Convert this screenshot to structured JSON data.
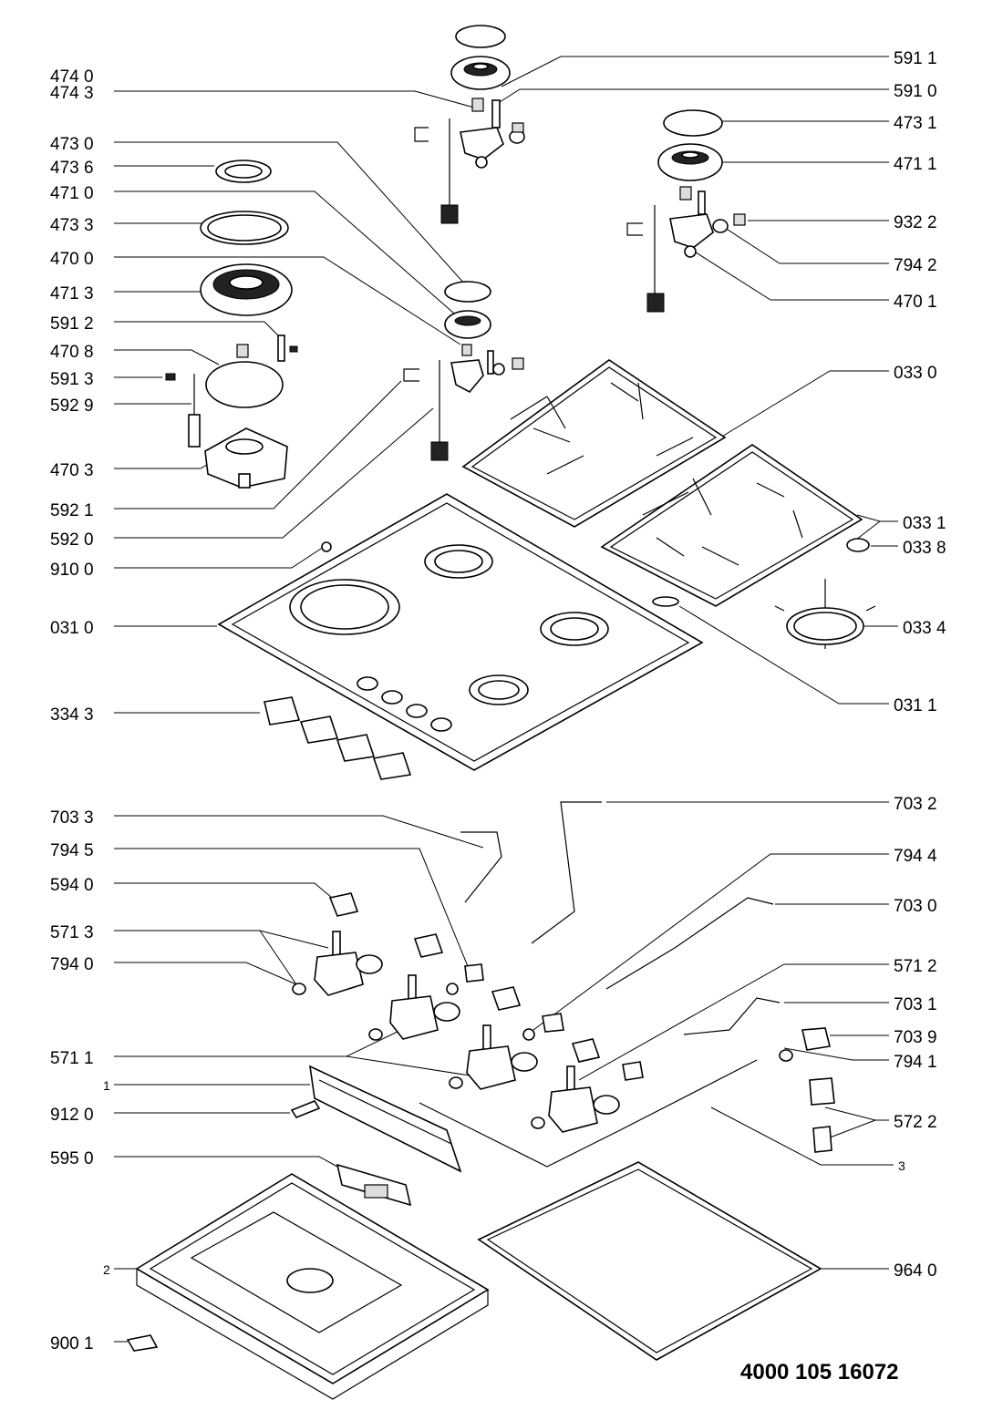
{
  "drawing_number": "4000 105 16072",
  "callouts": {
    "l01": "474 0",
    "l02": "474 3",
    "l03": "473 0",
    "l04": "473 6",
    "l05": "471 0",
    "l06": "473 3",
    "l07": "470 0",
    "l08": "471 3",
    "l09": "591 2",
    "l10": "470 8",
    "l11": "591 3",
    "l12": "592 9",
    "l13": "470 3",
    "l14": "592 1",
    "l15": "592 0",
    "l16": "910 0",
    "l17": "031 0",
    "l18": "334 3",
    "l19": "703 3",
    "l20": "794 5",
    "l21": "594 0",
    "l22": "571 3",
    "l23": "794 0",
    "l24": "571 1",
    "l25": "1",
    "l26": "912 0",
    "l27": "595 0",
    "l28": "2",
    "l29": "900 1",
    "r01": "591 1",
    "r02": "591 0",
    "r03": "473 1",
    "r04": "471 1",
    "r05": "932 2",
    "r06": "794 2",
    "r07": "470 1",
    "r08": "033 0",
    "r09": "033 1",
    "r10": "033 8",
    "r11": "033 4",
    "r12": "031 1",
    "r13": "703 2",
    "r14": "794 4",
    "r15": "703 0",
    "r16": "571 2",
    "r17": "703 1",
    "r18": "703 9",
    "r19": "794 1",
    "r20": "572 2",
    "r21": "3",
    "r22": "964 0"
  }
}
